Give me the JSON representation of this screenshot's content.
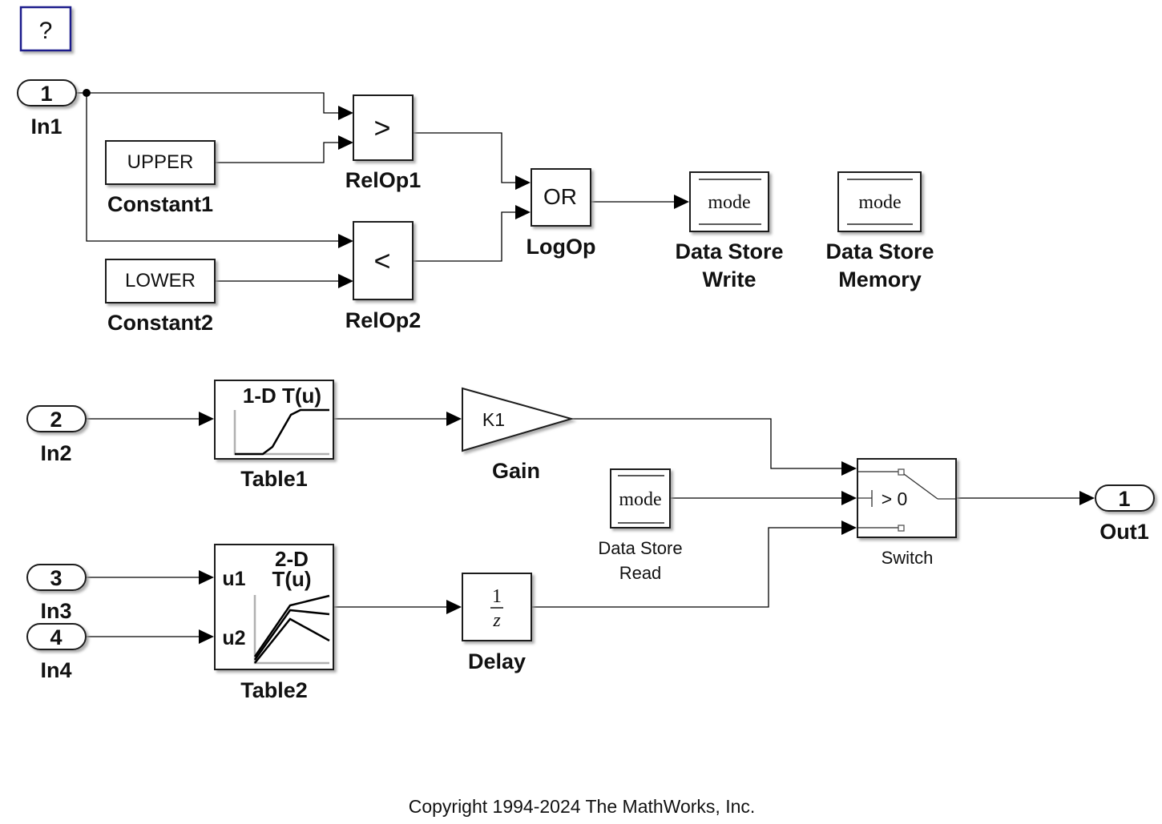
{
  "model": {
    "help_button": "?",
    "copyright": "Copyright 1994-2024 The MathWorks, Inc."
  },
  "inports": [
    {
      "number": "1",
      "name": "In1"
    },
    {
      "number": "2",
      "name": "In2"
    },
    {
      "number": "3",
      "name": "In3"
    },
    {
      "number": "4",
      "name": "In4"
    }
  ],
  "outports": [
    {
      "number": "1",
      "name": "Out1"
    }
  ],
  "blocks": {
    "constant1": {
      "value": "UPPER",
      "name": "Constant1"
    },
    "constant2": {
      "value": "LOWER",
      "name": "Constant2"
    },
    "relop1": {
      "operator": ">",
      "name": "RelOp1"
    },
    "relop2": {
      "operator": "<",
      "name": "RelOp2"
    },
    "logop": {
      "operator": "OR",
      "name": "LogOp"
    },
    "ds_write": {
      "variable": "mode",
      "name_line1": "Data Store",
      "name_line2": "Write"
    },
    "ds_memory": {
      "variable": "mode",
      "name_line1": "Data Store",
      "name_line2": "Memory"
    },
    "table1": {
      "title": "1-D T(u)",
      "name": "Table1"
    },
    "table2": {
      "title_line1": "2-D",
      "title_line2": "T(u)",
      "port1": "u1",
      "port2": "u2",
      "name": "Table2"
    },
    "gain": {
      "value": "K1",
      "name": "Gain"
    },
    "ds_read": {
      "variable": "mode",
      "name_line1": "Data Store",
      "name_line2": "Read"
    },
    "delay": {
      "numerator": "1",
      "denominator": "z",
      "name": "Delay"
    },
    "switch": {
      "criteria": "> 0",
      "name": "Switch"
    }
  }
}
